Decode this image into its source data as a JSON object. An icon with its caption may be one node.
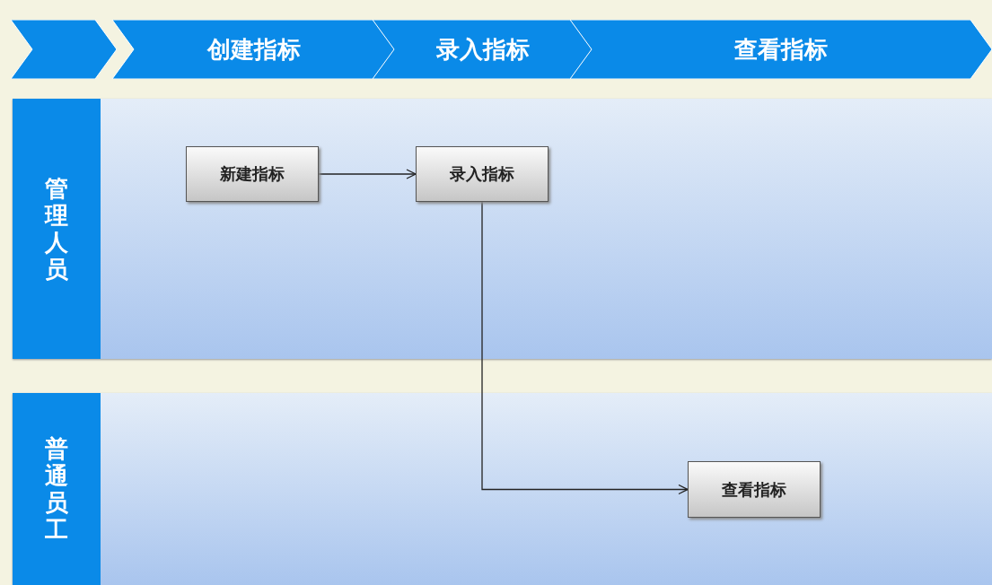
{
  "diagram": {
    "nodes": [
      {
        "text": [],
        "shape": "chevron"
      },
      {
        "text": [
          "创建指标"
        ]
      },
      {
        "text": [
          "录入指标"
        ]
      },
      {
        "text": [
          "查看指标"
        ]
      },
      {
        "text": [
          "管理人员"
        ]
      },
      {
        "text": [
          "新建指标"
        ],
        "in": 4
      },
      {
        "text": [
          "录入指标"
        ],
        "in": 4
      },
      {
        "text": [
          "普通员工"
        ]
      },
      {
        "text": [
          "查看指标"
        ],
        "in": 7
      }
    ],
    "edges": [
      {
        "from": 5,
        "to": 6,
        "arrow": "to"
      },
      {
        "from": 6,
        "to": 8,
        "arrow": "to"
      }
    ]
  }
}
